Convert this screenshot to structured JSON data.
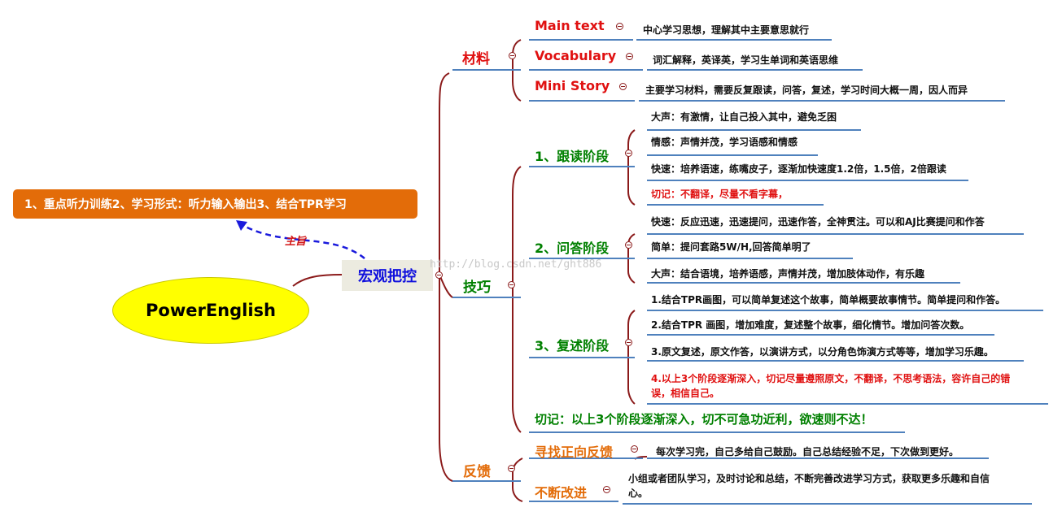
{
  "root": "PowerEnglish",
  "central": "宏观把控",
  "topic": "1、重点听力训练2、学习形式：听力输入输出3、结合TPR学习",
  "relationship": "主旨",
  "watermark": "http://blog.csdn.net/ght886",
  "colors": {
    "branch_line": "#8b1a1a",
    "underline": "#4f81bd",
    "red_text": "#e01010",
    "green_text": "#008000",
    "orange_text": "#e36c09",
    "root_fill": "#ffff00",
    "topic_fill": "#e36c09",
    "central_text": "#1010dd",
    "arrow": "#1a1adc"
  },
  "materials": {
    "label": "材料",
    "items": [
      {
        "label": "Main text",
        "note": "中心学习思想，理解其中主要意思就行"
      },
      {
        "label": "Vocabulary",
        "note": "词汇解释，英译英，学习生单词和英语思维"
      },
      {
        "label": "Mini Story",
        "note": "主要学习材料，需要反复跟读，问答，复述，学习时间大概一周，因人而异"
      }
    ]
  },
  "skills": {
    "label": "技巧",
    "stages": [
      {
        "label": "1、跟读阶段",
        "notes": [
          "大声：有激情，让自己投入其中，避免乏困",
          "情感：声情并茂，学习语感和情感",
          "快速：培养语速，练嘴皮子，逐渐加快速度1.2倍，1.5倍，2倍跟读",
          "切记：不翻译，尽量不看字幕，"
        ]
      },
      {
        "label": "2、问答阶段",
        "notes": [
          "快速：反应迅速，迅速提问，迅速作答，全神贯注。可以和AJ比赛提问和作答",
          "简单：提问套路5W/H,回答简单明了",
          "大声：结合语境，培养语感，声情并茂，增加肢体动作，有乐趣"
        ]
      },
      {
        "label": "3、复述阶段",
        "notes": [
          "1.结合TPR画图，可以简单复述这个故事，简单概要故事情节。简单提问和作答。",
          "2.结合TPR 画图，增加难度，复述整个故事，细化情节。增加问答次数。",
          "3.原文复述，原文作答，以演讲方式，以分角色饰演方式等等，增加学习乐趣。",
          "4.以上3个阶段逐渐深入，切记尽量遵照原文，不翻译，不思考语法，容许自己的错",
          "误，相信自己。"
        ]
      }
    ],
    "warning": "切记：以上3个阶段逐渐深入，切不可急功近利，欲速则不达！"
  },
  "feedback": {
    "label": "反馈",
    "items": [
      {
        "label": "寻找正向反馈",
        "note": "每次学习完，自己多给自己鼓励。自己总结经验不足，下次做到更好。"
      },
      {
        "label": "不断改进",
        "note_line1": "小组或者团队学习，及时讨论和总结，不断完善改进学习方式，获取更多乐趣和自信",
        "note_line2": "心。"
      }
    ]
  }
}
